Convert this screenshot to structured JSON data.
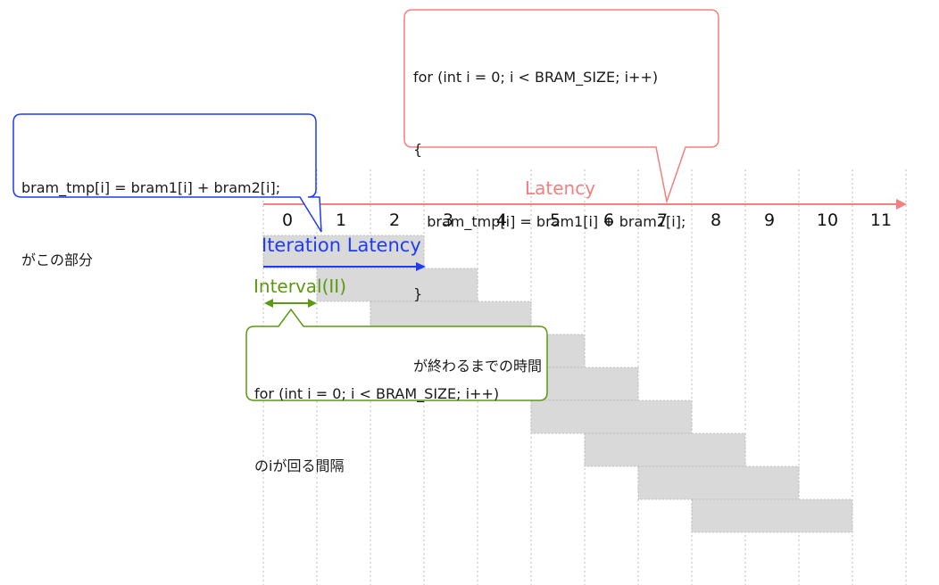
{
  "diagram": {
    "latency_label": "Latency",
    "iteration_latency_label": "Iteration Latency",
    "interval_label": "Interval(II)",
    "time_ticks": [
      "0",
      "1",
      "2",
      "3",
      "4",
      "5",
      "6",
      "7",
      "8",
      "9",
      "10",
      "11"
    ],
    "pipeline_stages_per_iteration": 3,
    "iterations_shown": 9,
    "colors": {
      "latency": "#f28080",
      "iteration_latency": "#1f3cf0",
      "interval": "#5a9a12",
      "block_fill": "#d9d9d9",
      "grid": "#bdbdbd"
    }
  },
  "callouts": {
    "loop_code": {
      "lines": [
        "for (int i = 0; i < BRAM_SIZE; i++)",
        "{",
        "   bram_tmp[i] = bram1[i] + bram2[i];",
        "}",
        "が終わるまでの時間"
      ],
      "border_color": "#f28080"
    },
    "body_part": {
      "lines": [
        "bram_tmp[i] = bram1[i] + bram2[i];",
        "がこの部分"
      ],
      "border_color": "#1f3cf0"
    },
    "interval_desc": {
      "lines": [
        "for (int i = 0; i < BRAM_SIZE; i++)",
        "のiが回る間隔"
      ],
      "border_color": "#5a9a12"
    }
  }
}
